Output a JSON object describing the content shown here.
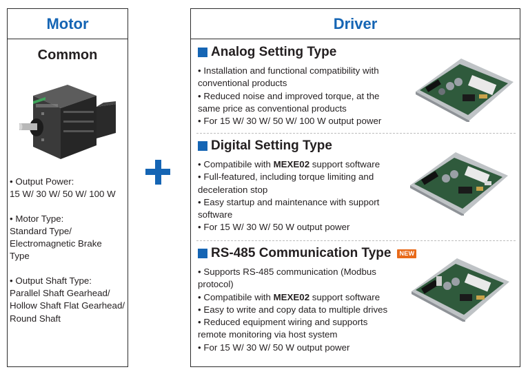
{
  "motor": {
    "header": "Motor",
    "subheader": "Common",
    "specs": [
      {
        "name": "output-power",
        "lines": [
          "• Output Power:",
          "15 W/ 30 W/ 50 W/ 100 W"
        ]
      },
      {
        "name": "motor-type",
        "lines": [
          "• Motor Type:",
          "Standard Type/",
          "Electromagnetic Brake",
          "Type"
        ]
      },
      {
        "name": "output-shaft-type",
        "lines": [
          "• Output Shaft Type:",
          "Parallel Shaft Gearhead/",
          "Hollow Shaft Flat Gearhead/",
          "Round Shaft"
        ]
      }
    ]
  },
  "plus_icon": "plus-icon",
  "driver": {
    "header": "Driver",
    "sections": [
      {
        "title": "Analog Setting Type",
        "bullets": [
          [
            "• Installation and functional compatibility with",
            "conventional products"
          ],
          [
            "• Reduced noise and improved torque, at the",
            "same price as conventional products"
          ],
          [
            "• For 15 W/ 30 W/ 50 W/ 100 W output power"
          ]
        ]
      },
      {
        "title": "Digital Setting Type",
        "bullets": [
          [
            "• Compatibile with ",
            "MEXE02",
            " support software"
          ],
          [
            "• Full-featured, including torque limiting and",
            "deceleration stop"
          ],
          [
            "• Easy startup and maintenance with support",
            "software"
          ],
          [
            "• For 15 W/ 30 W/ 50 W output power"
          ]
        ]
      },
      {
        "title": "RS-485 Communication Type",
        "badge": "NEW",
        "bullets": [
          [
            "• Supports RS-485 communication (Modbus",
            "protocol)"
          ],
          [
            "• Compatibile with ",
            "MEXE02",
            " support software"
          ],
          [
            "• Easy to write and copy data to multiple drives"
          ],
          [
            "• Reduced equipment wiring and supports",
            "remote monitoring via host system"
          ],
          [
            "• For 15 W/ 30 W/ 50 W output power"
          ]
        ]
      }
    ]
  },
  "colors": {
    "accent": "#1565b4",
    "badge": "#e86a1a"
  }
}
